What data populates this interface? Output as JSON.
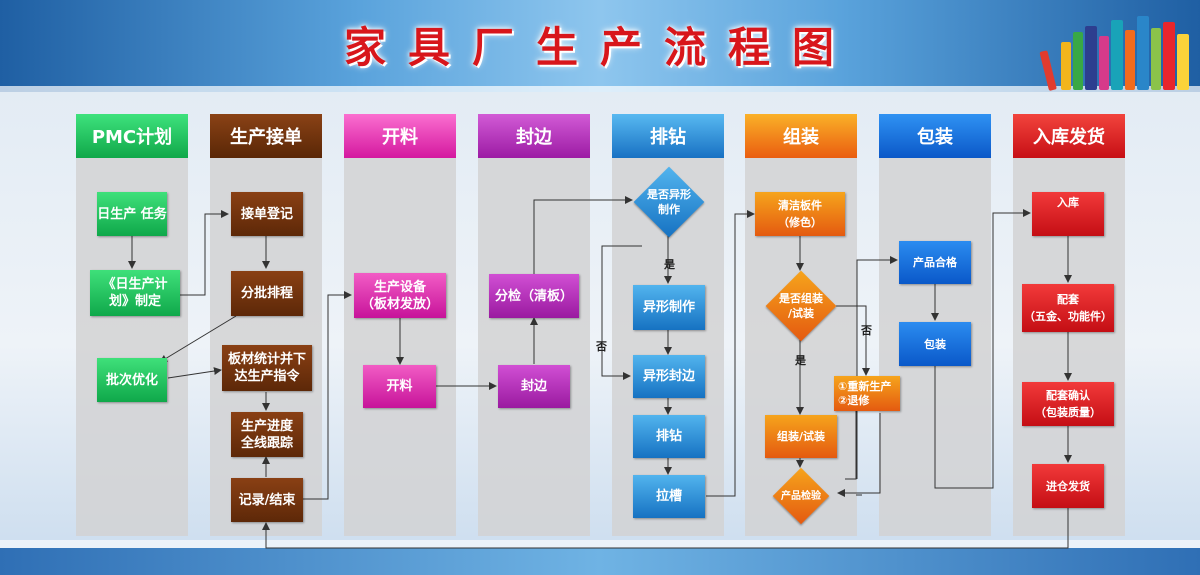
{
  "title": "家具厂生产流程图",
  "columns": [
    {
      "label": "PMC计划",
      "color": "#1fc45f"
    },
    {
      "label": "生产接单",
      "color": "#6e300c"
    },
    {
      "label": "开料",
      "color": "#f04bbe"
    },
    {
      "label": "封边",
      "color": "#b62cbb"
    },
    {
      "label": "排钻",
      "color": "#2b8ed8"
    },
    {
      "label": "组装",
      "color": "#f07a18"
    },
    {
      "label": "包装",
      "color": "#1a78e6"
    },
    {
      "label": "入库发货",
      "color": "#e0262b"
    }
  ],
  "nodes": {
    "daily_task": "日生产\n任务",
    "daily_plan": "《日生产计\n划》制定",
    "batch_opt": "批次优化",
    "order_reg": "接单登记",
    "batch_sched": "分批排程",
    "board_stats": "板材统计并下\n达生产指令",
    "progress": "生产进度\n全线跟踪",
    "record_end": "记录/结束",
    "equipment": "生产设备\n（板材发放）",
    "cutting": "开料",
    "sorting": "分检（清板）",
    "edging": "封边",
    "is_special": "是否异形\n制作",
    "special_make": "异形制作",
    "special_edge": "异形封边",
    "drilling": "排钻",
    "grooving": "拉槽",
    "clean_board": "清洁板件\n（修色）",
    "is_assemble": "是否组装\n/试装",
    "assemble": "组装/试装",
    "redo": "①重新生产\n②退修",
    "inspection": "产品检验",
    "qualified": "产品合格",
    "packing": "包装",
    "warehousing": "入库",
    "matching": "配套\n（五金、功能件）",
    "match_confirm": "配套确认\n（包装质量）",
    "shipping": "进仓发货"
  },
  "edge_labels": {
    "yes_1": "是",
    "no_1": "否",
    "yes_2": "是",
    "no_2": "否"
  }
}
